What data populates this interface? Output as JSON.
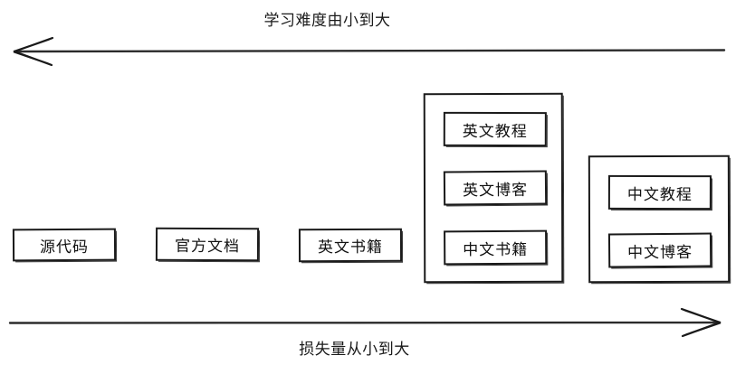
{
  "diagram": {
    "top_axis": {
      "label": "学习难度由小到大",
      "direction": "left",
      "arrow_icon": "arrow-left-icon"
    },
    "bottom_axis": {
      "label": "损失量从小到大",
      "direction": "right",
      "arrow_icon": "arrow-right-icon"
    },
    "nodes": [
      {
        "label": "源代码"
      },
      {
        "label": "官方文档"
      },
      {
        "label": "英文书籍"
      }
    ],
    "groups": [
      {
        "name": "group-english-tutorials",
        "items": [
          {
            "label": "英文教程"
          },
          {
            "label": "英文博客"
          },
          {
            "label": "中文书籍"
          }
        ]
      },
      {
        "name": "group-chinese-tutorials",
        "items": [
          {
            "label": "中文教程"
          },
          {
            "label": "中文博客"
          }
        ]
      }
    ],
    "colors": {
      "stroke": "#1a1a1a",
      "background": "#ffffff",
      "text": "#111111"
    }
  }
}
